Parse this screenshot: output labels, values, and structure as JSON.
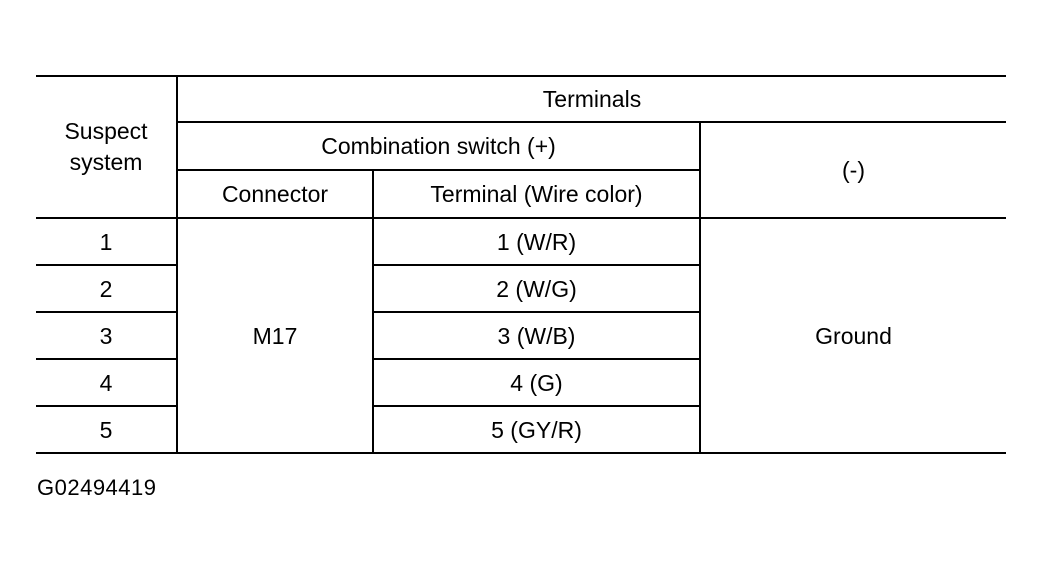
{
  "table": {
    "headers": {
      "suspect_system": "Suspect system",
      "terminals": "Terminals",
      "combination_switch": "Combination switch (+)",
      "minus": "(-)",
      "connector": "Connector",
      "terminal_wire_color": "Terminal (Wire color)"
    },
    "connector_value": "M17",
    "minus_value": "Ground",
    "rows": [
      {
        "system": "1",
        "terminal": "1 (W/R)"
      },
      {
        "system": "2",
        "terminal": "2 (W/G)"
      },
      {
        "system": "3",
        "terminal": "3 (W/B)"
      },
      {
        "system": "4",
        "terminal": "4 (G)"
      },
      {
        "system": "5",
        "terminal": "5 (GY/R)"
      }
    ]
  },
  "figure_id": "G02494419"
}
